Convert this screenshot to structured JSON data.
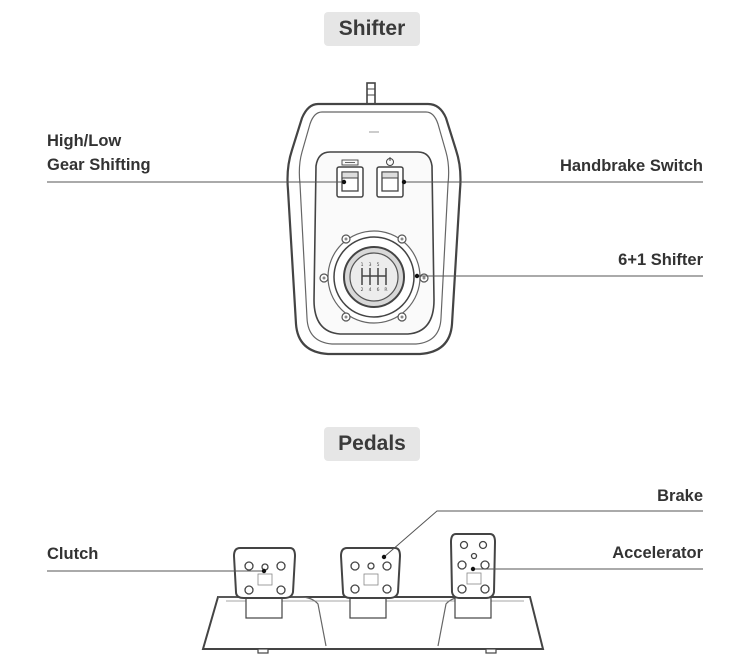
{
  "sections": {
    "shifter_title": "Shifter",
    "pedals_title": "Pedals"
  },
  "callouts": {
    "high_low_line1": "High/Low",
    "high_low_line2": "Gear Shifting",
    "handbrake": "Handbrake Switch",
    "shifter": "6+1 Shifter",
    "brake": "Brake",
    "clutch": "Clutch",
    "accelerator": "Accelerator"
  },
  "colors": {
    "outline": "#444444",
    "leader_line": "#555555",
    "pill_bg": "#e6e6e6",
    "text": "#333333"
  }
}
